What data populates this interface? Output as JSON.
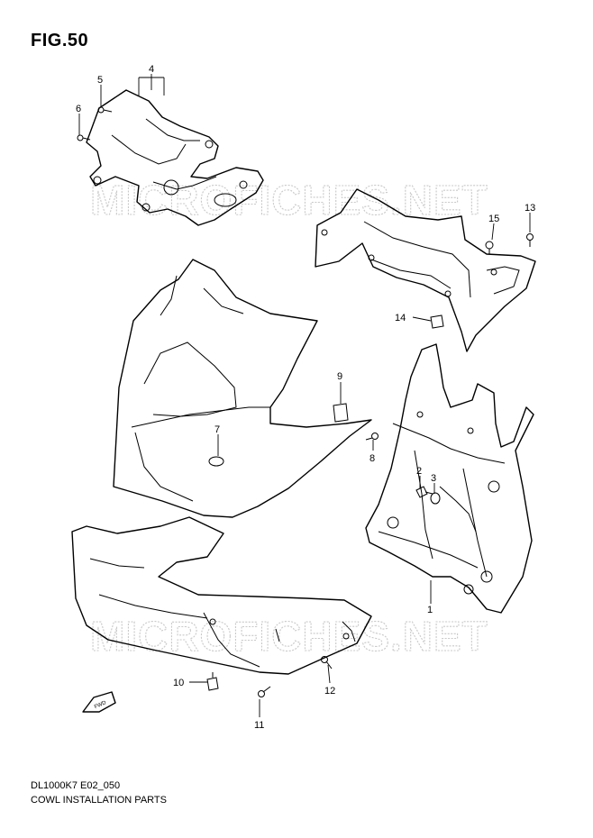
{
  "figure_title": "FIG.50",
  "watermark": "MICROFICHES.NET",
  "diagram_code": "DL1000K7 E02_050",
  "caption": "COWL INSTALLATION PARTS",
  "fwd_label": "FWD",
  "callouts": [
    "1",
    "2",
    "3",
    "4",
    "5",
    "6",
    "7",
    "8",
    "9",
    "10",
    "11",
    "12",
    "13",
    "14",
    "15"
  ]
}
